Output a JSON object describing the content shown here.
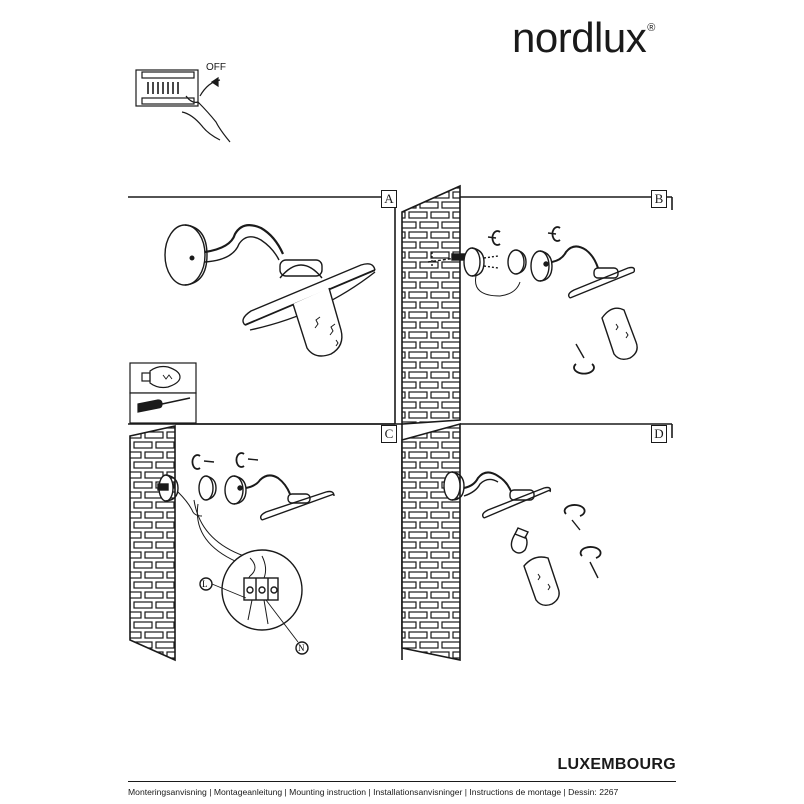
{
  "header": {
    "brand": "nordlux",
    "trademark": "®"
  },
  "safety": {
    "off_label": "OFF"
  },
  "panels": {
    "a": "A",
    "b": "B",
    "c": "C",
    "d": "D"
  },
  "wiring": {
    "live": "L",
    "neutral": "N"
  },
  "footer": {
    "product_name": "LUXEMBOURG",
    "instructions": "Monteringsanvisning | Montageanleitung | Mounting instruction | Installationsanvisninger | Instructions de montage | Dessin: 2267"
  },
  "colors": {
    "ink": "#1a1a1a",
    "background": "#ffffff"
  }
}
